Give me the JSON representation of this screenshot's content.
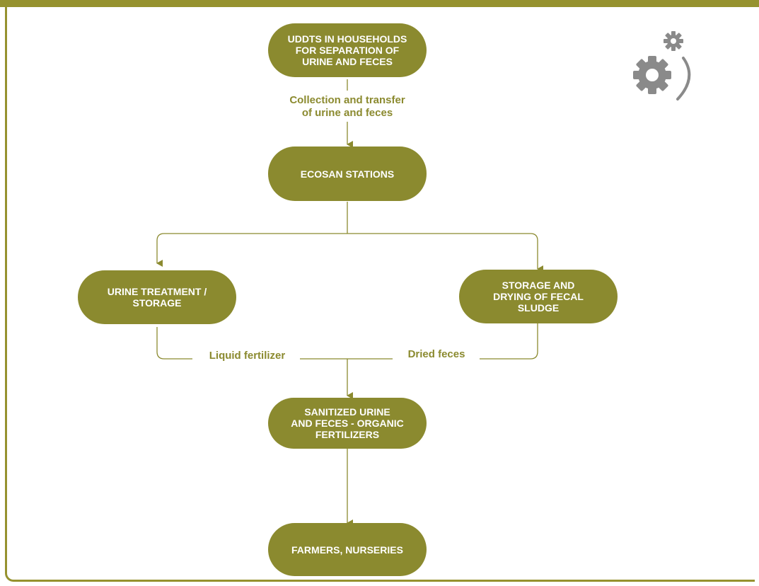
{
  "nodes": {
    "households": "UDDTS IN HOUSEHOLDS\nFOR SEPARATION OF\nURINE AND FECES",
    "ecosan": "ECOSAN STATIONS",
    "urine": "URINE TREATMENT /\nSTORAGE",
    "fecal": "STORAGE AND\nDRYING OF FECAL\nSLUDGE",
    "sanitized": "SANITIZED URINE\nAND FECES - ORGANIC\nFERTILIZERS",
    "farmers": "FARMERS, NURSERIES"
  },
  "labels": {
    "collection": "Collection and transfer\nof urine and feces",
    "liquid": "Liquid fertilizer",
    "dried": "Dried feces"
  },
  "icon": "gears-icon",
  "colors": {
    "accent": "#8b8a2f",
    "frame": "#96922f",
    "icon": "#8a8a8a"
  }
}
